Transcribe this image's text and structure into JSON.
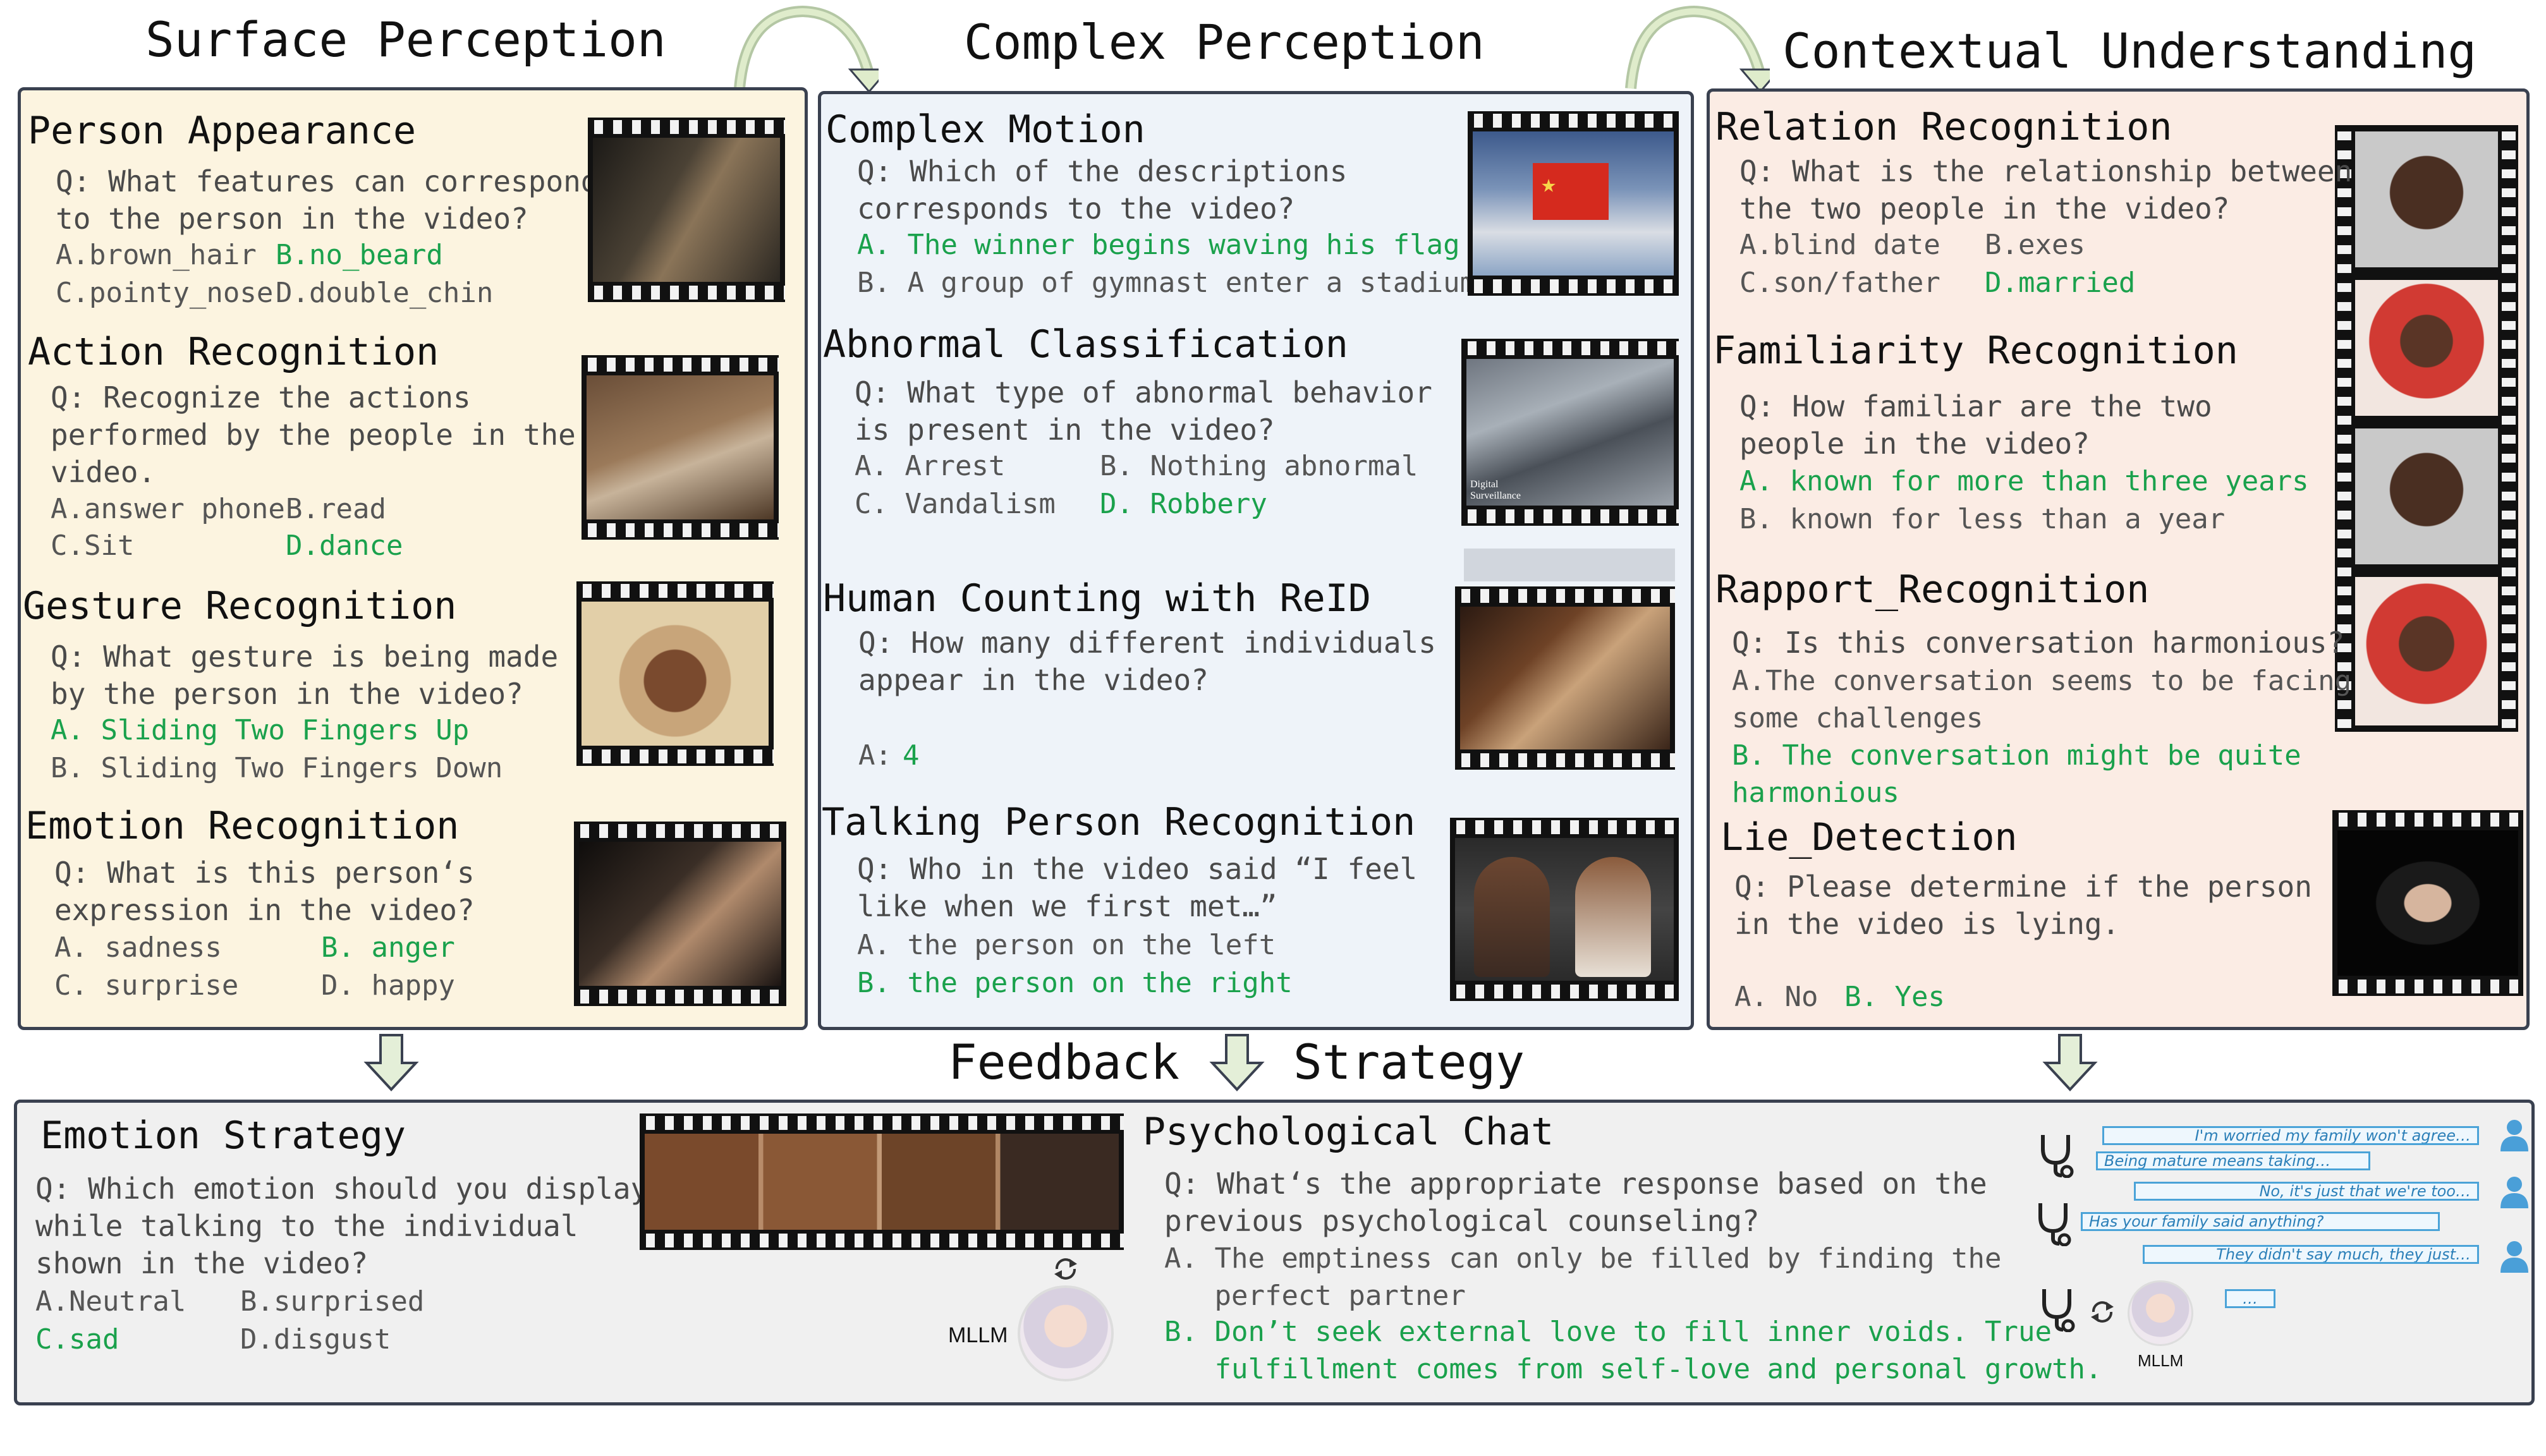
{
  "headers": {
    "surface": "Surface Perception",
    "complex": "Complex Perception",
    "contextual": "Contextual Understanding",
    "feedback": "Feedback",
    "strategy": "Strategy"
  },
  "surface": {
    "appearance": {
      "title": "Person Appearance",
      "q": "Q: What features can correspond\nto the person in the video?",
      "a": "A.brown_hair",
      "b": "B.no_beard",
      "c": "C.pointy_nose",
      "d": "D.double_chin"
    },
    "action": {
      "title": "Action Recognition",
      "q": "Q: Recognize the actions\nperformed by the people in the\nvideo.",
      "a": "A.answer phone",
      "b": "B.read",
      "c": "C.Sit",
      "d": "D.dance"
    },
    "gesture": {
      "title": "Gesture Recognition",
      "q": "Q: What gesture is being made\nby the person in the video?",
      "a": "A. Sliding Two Fingers Up",
      "b": "B. Sliding Two Fingers Down"
    },
    "emotion": {
      "title": "Emotion Recognition",
      "q": "Q: What is this person‘s\nexpression in the video?",
      "a": "A. sadness",
      "b": "B. anger",
      "c": "C. surprise",
      "d": "D. happy"
    }
  },
  "complex": {
    "motion": {
      "title": "Complex Motion",
      "q": "Q: Which of the descriptions\ncorresponds to the video?",
      "a": "A. The winner begins waving his flag",
      "b": "B. A group of gymnast enter a stadium"
    },
    "abnormal": {
      "title": "Abnormal Classification",
      "q": "Q: What type of abnormal behavior\nis present in the video?",
      "a": "A. Arrest",
      "b": "B. Nothing abnormal",
      "c": "C. Vandalism",
      "d": "D. Robbery",
      "caption": "Digital Surveillance"
    },
    "counting": {
      "title": "Human Counting with ReID",
      "q": "Q: How many different individuals\nappear in the video?",
      "a_label": "A:",
      "a_value": "4"
    },
    "talking": {
      "title": "Talking Person Recognition",
      "q": "Q: Who in the video said “I feel\nlike when we first met…”",
      "a": "A. the person on the left",
      "b": "B. the person on the right"
    }
  },
  "contextual": {
    "relation": {
      "title": "Relation Recognition",
      "q": "Q: What is the relationship between\nthe two people in the video?",
      "a": "A.blind date",
      "b": "B.exes",
      "c": "C.son/father",
      "d": "D.married"
    },
    "familiarity": {
      "title": "Familiarity Recognition",
      "q": "Q: How familiar are the two\npeople in the video?",
      "a": "A. known for more than three years",
      "b": "B. known for less than a year"
    },
    "rapport": {
      "title": "Rapport_Recognition",
      "q": "Q: Is this conversation harmonious?",
      "a": "A.The conversation seems to be facing\nsome challenges",
      "b": "B. The conversation might be quite\nharmonious"
    },
    "lie": {
      "title": "Lie_Detection",
      "q": "Q: Please determine if the person\nin the video is lying.",
      "a": "A. No",
      "b": "B. Yes"
    }
  },
  "bottom": {
    "emotion_strategy": {
      "title": "Emotion Strategy",
      "q": "Q: Which emotion should you display\nwhile talking to the individual\nshown in the video?",
      "a": "A.Neutral",
      "b": "B.surprised",
      "c": "C.sad",
      "d": "D.disgust",
      "mllm": "MLLM"
    },
    "psych_chat": {
      "title": "Psychological Chat",
      "q": "Q: What‘s the appropriate response based on the\nprevious psychological counseling?",
      "a": "A. The emptiness can only be filled by finding the\n   perfect partner",
      "b": "B. Don’t seek external love to fill inner voids. True\n   fulfillment comes from self-love and personal growth.",
      "chat": [
        "I'm worried my family won't agree…",
        "Being mature means taking…",
        "No, it's just that we're too…",
        "Has your family said anything?",
        "They didn't say much, they just…",
        "…"
      ],
      "mllm": "MLLM"
    }
  },
  "colors": {
    "surface_bg": "#fcf4e0",
    "complex_bg": "#eef3f9",
    "contextual_bg": "#fbece4",
    "bottom_bg": "#f0f0f0",
    "answer": "#1aa14c",
    "arrow": "#6a8f4a"
  }
}
